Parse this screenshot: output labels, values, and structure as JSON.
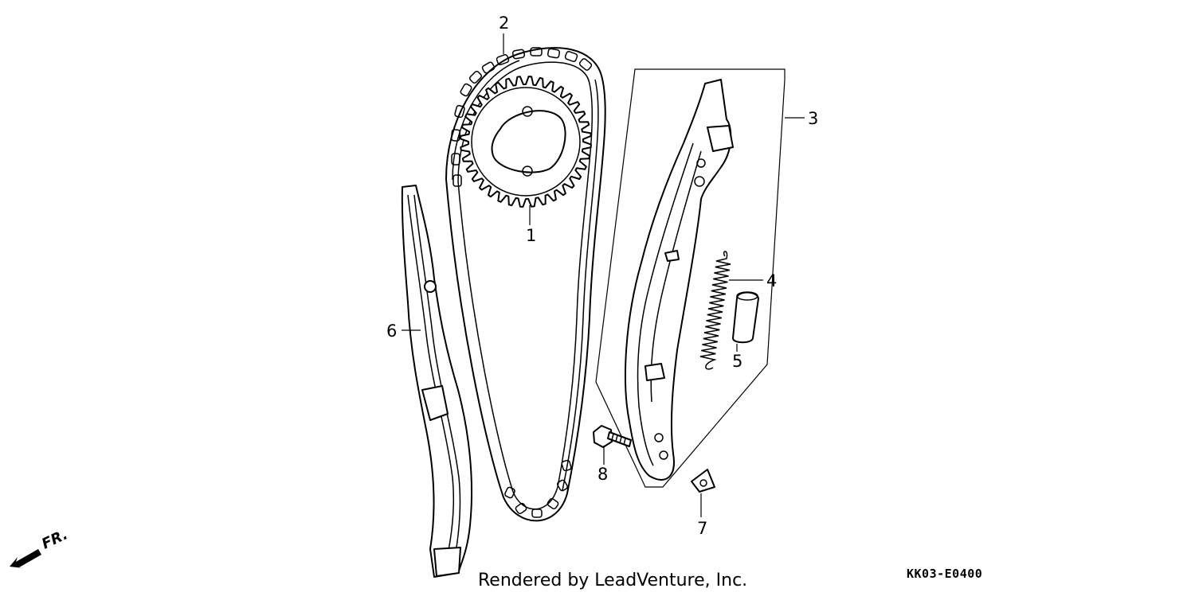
{
  "diagram": {
    "callouts": [
      {
        "id": "1",
        "label": "1"
      },
      {
        "id": "2",
        "label": "2"
      },
      {
        "id": "3",
        "label": "3"
      },
      {
        "id": "4",
        "label": "4"
      },
      {
        "id": "5",
        "label": "5"
      },
      {
        "id": "6",
        "label": "6"
      },
      {
        "id": "7",
        "label": "7"
      },
      {
        "id": "8",
        "label": "8"
      }
    ],
    "direction_label": "FR.",
    "diagram_code": "KK03-E0400",
    "credit": "Rendered by LeadVenture, Inc."
  }
}
